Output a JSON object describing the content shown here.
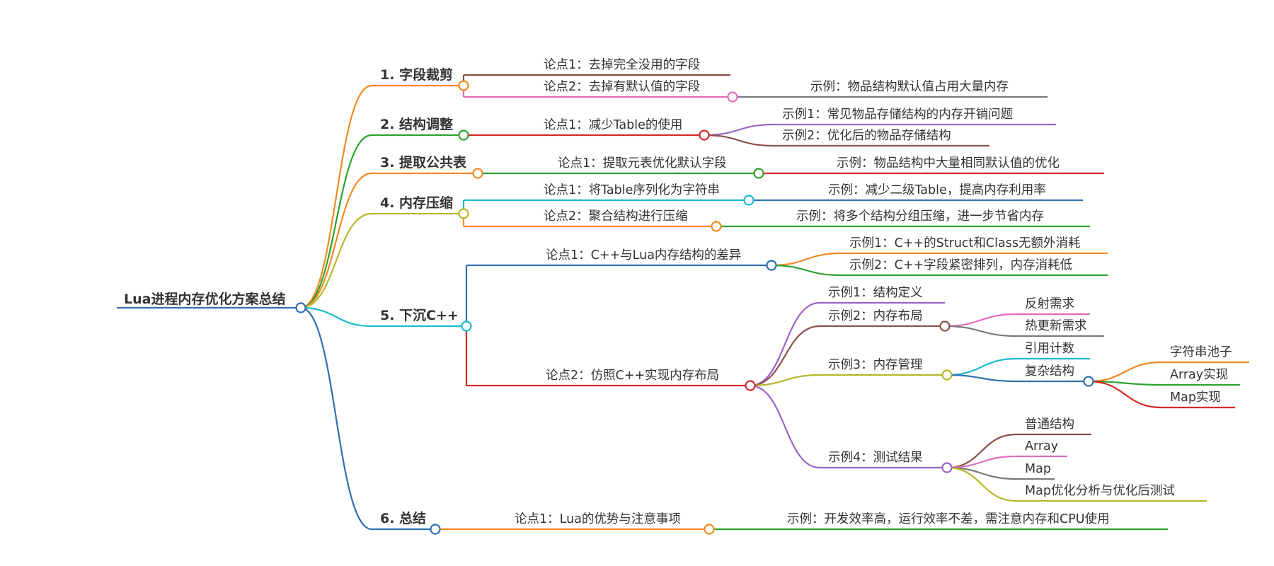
{
  "colors": {
    "root": "#2f6fb0",
    "blue": "#2f6fb0",
    "orange": "#f18a21",
    "green": "#2ea22e",
    "red": "#d62828",
    "brown": "#8b5046",
    "pink": "#e46cbd",
    "purple": "#9a64c8",
    "olive": "#b5b92a",
    "cyan": "#1bbbd0",
    "gray": "#7a7a7a"
  },
  "root": "Lua进程内存优化方案总结",
  "branches": [
    {
      "title": "1. 字段裁剪",
      "color": "orange",
      "points": [
        {
          "label": "论点1：去掉完全没用的字段",
          "color": "brown",
          "examples": []
        },
        {
          "label": "论点2：去掉有默认值的字段",
          "color": "pink",
          "examples": [
            {
              "label": "示例：物品结构默认值占用大量内存",
              "color": "gray"
            }
          ]
        }
      ]
    },
    {
      "title": "2. 结构调整",
      "color": "green",
      "points": [
        {
          "label": "论点1：减少Table的使用",
          "color": "red",
          "examples": [
            {
              "label": "示例1：常见物品存储结构的内存开销问题",
              "color": "purple"
            },
            {
              "label": "示例2：优化后的物品存储结构",
              "color": "brown"
            }
          ]
        }
      ]
    },
    {
      "title": "3. 提取公共表",
      "color": "orange",
      "points": [
        {
          "label": "论点1：提取元表优化默认字段",
          "color": "green",
          "examples": [
            {
              "label": "示例：物品结构中大量相同默认值的优化",
              "color": "red"
            }
          ]
        }
      ]
    },
    {
      "title": "4. 内存压缩",
      "color": "olive",
      "points": [
        {
          "label": "论点1：将Table序列化为字符串",
          "color": "cyan",
          "examples": [
            {
              "label": "示例：减少二级Table，提高内存利用率",
              "color": "blue"
            }
          ]
        },
        {
          "label": "论点2：聚合结构进行压缩",
          "color": "orange",
          "examples": [
            {
              "label": "示例：将多个结构分组压缩，进一步节省内存",
              "color": "green"
            }
          ]
        }
      ]
    },
    {
      "title": "5. 下沉C++",
      "color": "cyan",
      "points": [
        {
          "label": "论点1：C++与Lua内存结构的差异",
          "color": "blue",
          "examples": [
            {
              "label": "示例1：C++的Struct和Class无额外消耗",
              "color": "orange"
            },
            {
              "label": "示例2：C++字段紧密排列，内存消耗低",
              "color": "green"
            }
          ]
        },
        {
          "label": "论点2：仿照C++实现内存布局",
          "color": "red",
          "examples": [
            {
              "label": "示例1：结构定义",
              "color": "purple",
              "children": []
            },
            {
              "label": "示例2：内存布局",
              "color": "brown",
              "children": [
                {
                  "label": "反射需求",
                  "color": "pink"
                },
                {
                  "label": "热更新需求",
                  "color": "gray"
                }
              ]
            },
            {
              "label": "示例3：内存管理",
              "color": "olive",
              "children": [
                {
                  "label": "引用计数",
                  "color": "cyan"
                },
                {
                  "label": "复杂结构",
                  "color": "blue",
                  "children": [
                    {
                      "label": "字符串池子",
                      "color": "orange"
                    },
                    {
                      "label": "Array实现",
                      "color": "green"
                    },
                    {
                      "label": "Map实现",
                      "color": "red"
                    }
                  ]
                }
              ]
            },
            {
              "label": "示例4：测试结果",
              "color": "purple",
              "children": [
                {
                  "label": "普通结构",
                  "color": "brown"
                },
                {
                  "label": "Array",
                  "color": "pink"
                },
                {
                  "label": "Map",
                  "color": "gray"
                },
                {
                  "label": "Map优化分析与优化后测试",
                  "color": "olive"
                }
              ]
            }
          ]
        }
      ]
    },
    {
      "title": "6. 总结",
      "color": "blue",
      "points": [
        {
          "label": "论点1：Lua的优势与注意事项",
          "color": "orange",
          "examples": [
            {
              "label": "示例：开发效率高，运行效率不差，需注意内存和CPU使用",
              "color": "green"
            }
          ]
        }
      ]
    }
  ]
}
